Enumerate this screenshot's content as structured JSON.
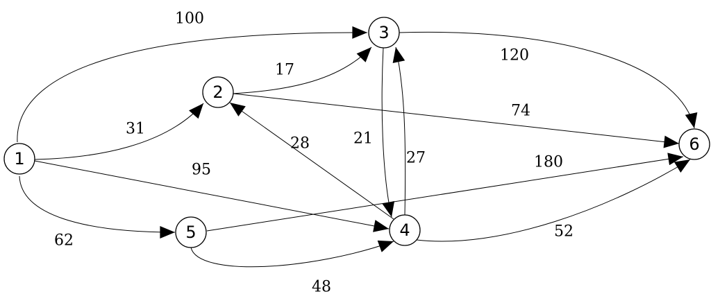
{
  "nodes": [
    {
      "id": "1",
      "label": "1"
    },
    {
      "id": "2",
      "label": "2"
    },
    {
      "id": "3",
      "label": "3"
    },
    {
      "id": "4",
      "label": "4"
    },
    {
      "id": "5",
      "label": "5"
    },
    {
      "id": "6",
      "label": "6"
    }
  ],
  "edges": [
    {
      "from": "1",
      "to": "3",
      "weight": "100"
    },
    {
      "from": "1",
      "to": "2",
      "weight": "31"
    },
    {
      "from": "1",
      "to": "4",
      "weight": "95"
    },
    {
      "from": "1",
      "to": "5",
      "weight": "62"
    },
    {
      "from": "2",
      "to": "3",
      "weight": "17"
    },
    {
      "from": "2",
      "to": "6",
      "weight": "74"
    },
    {
      "from": "4",
      "to": "2",
      "weight": "28"
    },
    {
      "from": "3",
      "to": "4",
      "weight": "21"
    },
    {
      "from": "4",
      "to": "3",
      "weight": "27"
    },
    {
      "from": "3",
      "to": "6",
      "weight": "120"
    },
    {
      "from": "5",
      "to": "6",
      "weight": "180"
    },
    {
      "from": "4",
      "to": "6",
      "weight": "52"
    },
    {
      "from": "5",
      "to": "4",
      "weight": "48"
    }
  ],
  "colors": {
    "stroke": "#000000",
    "background": "#ffffff"
  }
}
